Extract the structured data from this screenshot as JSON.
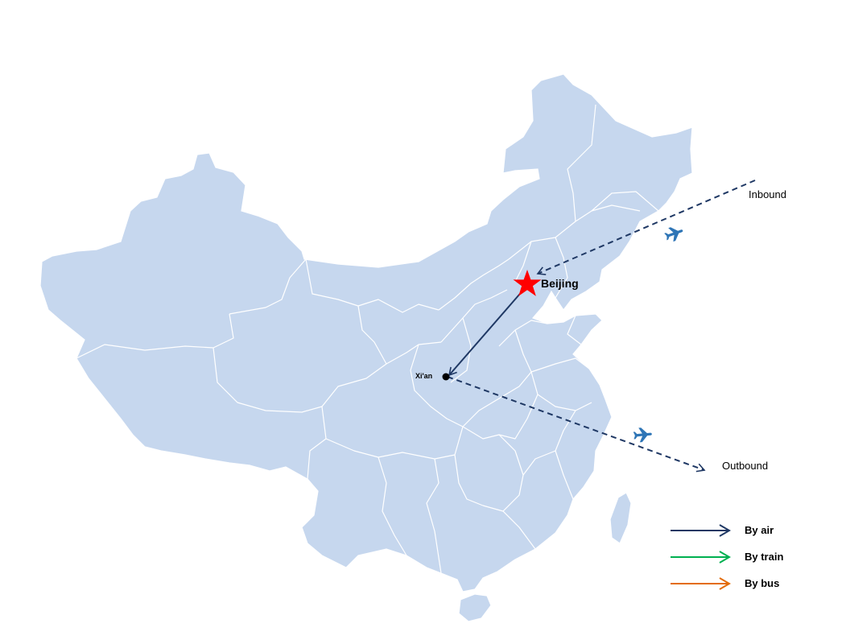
{
  "map": {
    "land_color": "#c6d7ee",
    "border_color": "#ffffff",
    "cities": {
      "capital": {
        "name": "Beijing",
        "marker": "red-star-icon",
        "color": "#ff0000"
      },
      "secondary": {
        "name": "Xi'an",
        "marker": "dot-icon",
        "color": "#000000"
      }
    },
    "flows": {
      "inbound": {
        "label": "Inbound",
        "style": "dashed"
      },
      "outbound": {
        "label": "Outbound",
        "style": "dashed"
      },
      "domestic": {
        "mode": "By air"
      }
    },
    "icons": {
      "plane": "airplane-icon",
      "plane_color": "#2e75b6"
    }
  },
  "legend": {
    "items": [
      {
        "label": "By air",
        "color": "#1f3864"
      },
      {
        "label": "By train",
        "color": "#00b050"
      },
      {
        "label": "By bus",
        "color": "#e36c09"
      }
    ]
  }
}
